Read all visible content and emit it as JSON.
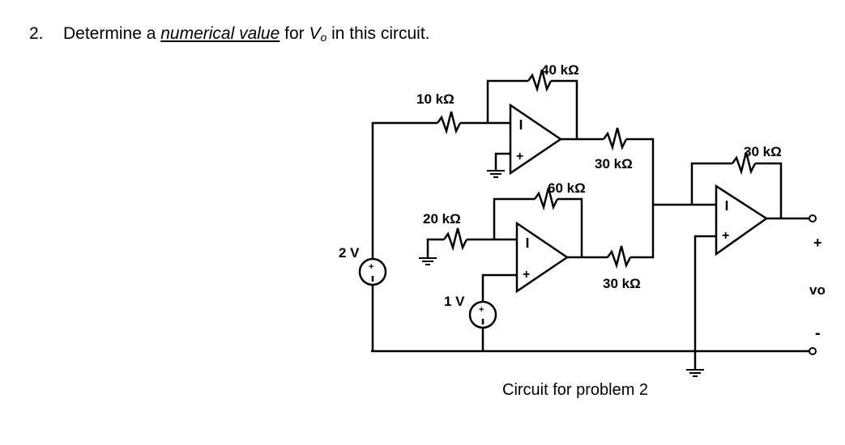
{
  "problem": {
    "number": "2.",
    "text_before": "Determine a ",
    "emphasis": "numerical value",
    "text_middle": " for ",
    "symbol_base": "V",
    "symbol_sub": "o",
    "text_after": " in this circuit."
  },
  "labels": {
    "r_10k": "10 kΩ",
    "r_40k": "40 kΩ",
    "r_20k": "20 kΩ",
    "r_60k": "60 kΩ",
    "r_30k_top": "30 kΩ",
    "r_30k_bottom": "30 kΩ",
    "r_30k_feedback": "30 kΩ",
    "src_2v": "2 V",
    "src_1v": "1 V",
    "vo": "vo",
    "plus": "+",
    "minus": "-",
    "caption": "Circuit for problem 2"
  }
}
